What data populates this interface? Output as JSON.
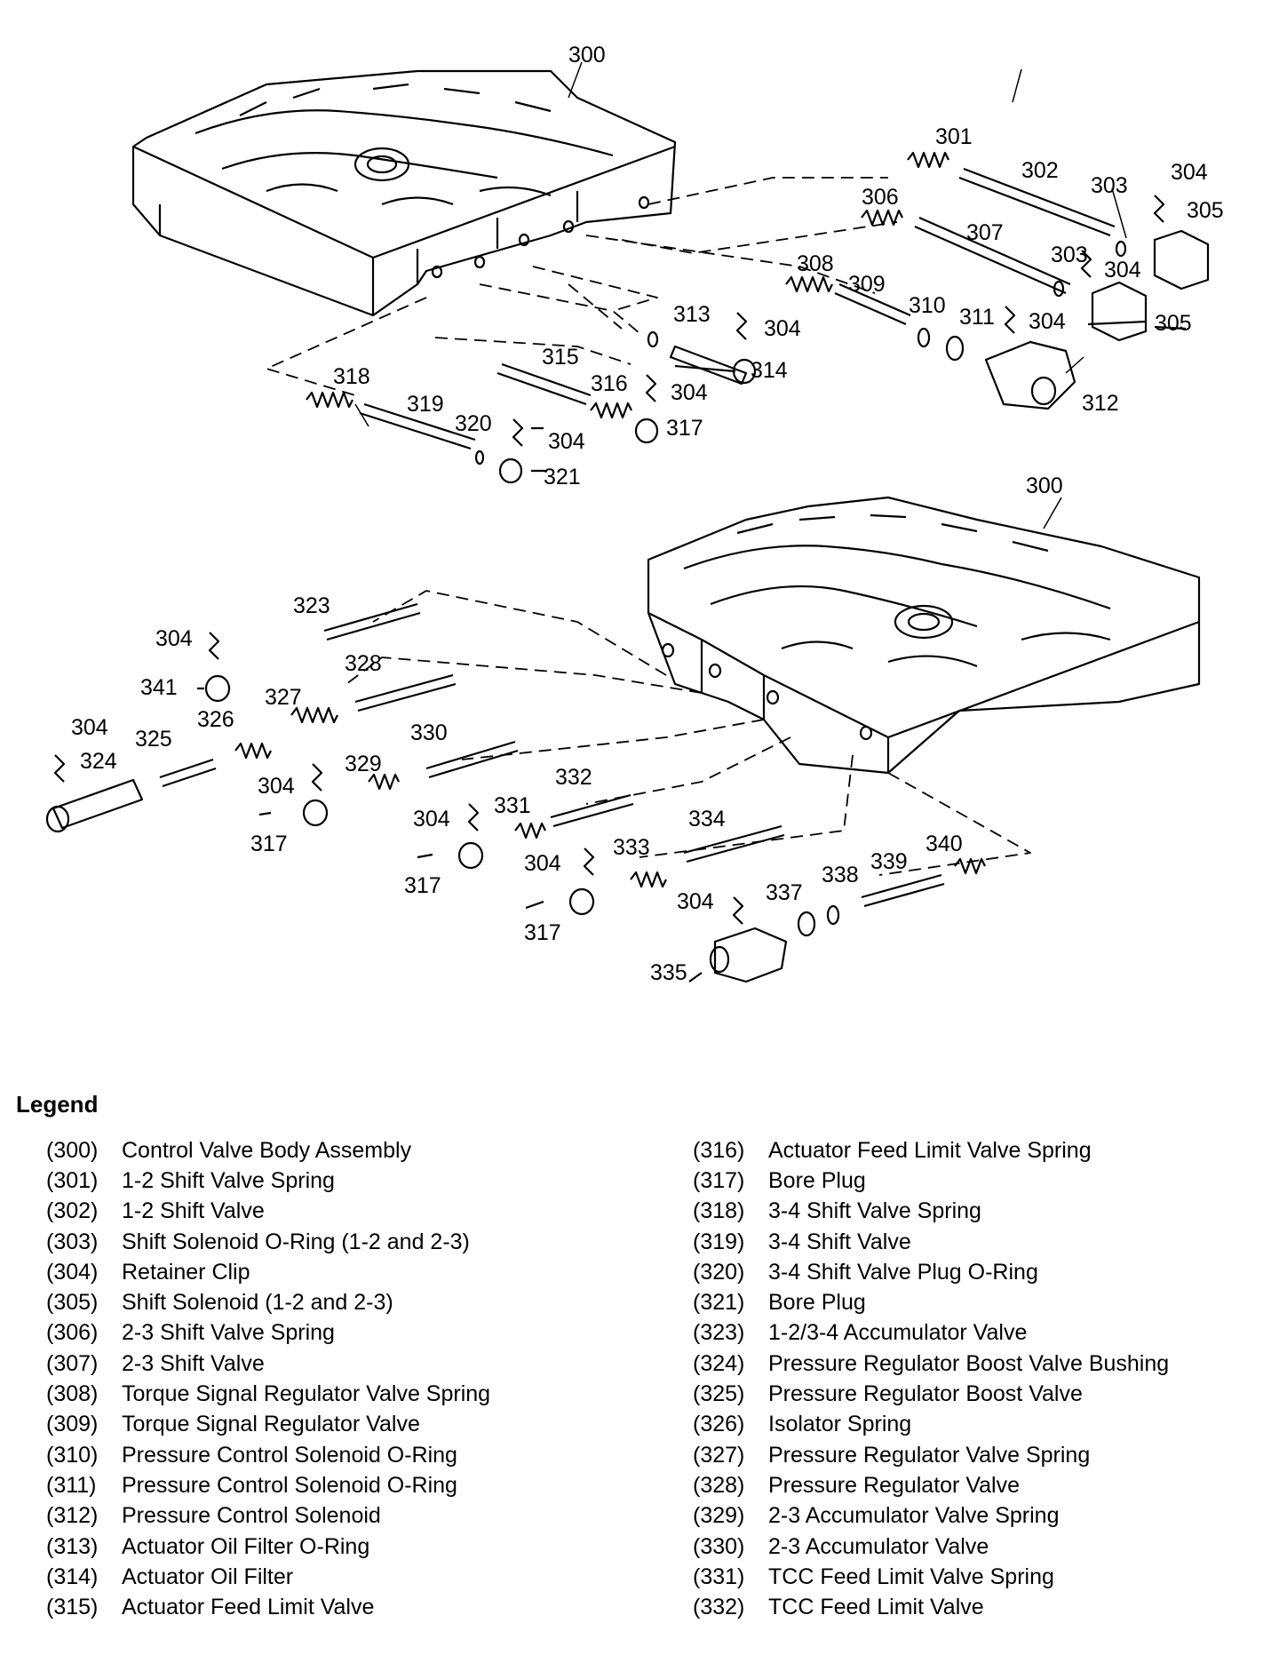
{
  "callouts": [
    {
      "id": "c300a",
      "label": "300"
    },
    {
      "id": "c301",
      "label": "301"
    },
    {
      "id": "c302",
      "label": "302"
    },
    {
      "id": "c303a",
      "label": "303"
    },
    {
      "id": "c304a",
      "label": "304"
    },
    {
      "id": "c305a",
      "label": "305"
    },
    {
      "id": "c306",
      "label": "306"
    },
    {
      "id": "c307",
      "label": "307"
    },
    {
      "id": "c303b",
      "label": "303"
    },
    {
      "id": "c304b",
      "label": "304"
    },
    {
      "id": "c305b",
      "label": "305"
    },
    {
      "id": "c308",
      "label": "308"
    },
    {
      "id": "c309",
      "label": "309"
    },
    {
      "id": "c310",
      "label": "310"
    },
    {
      "id": "c311",
      "label": "311"
    },
    {
      "id": "c304c",
      "label": "304"
    },
    {
      "id": "c312",
      "label": "312"
    },
    {
      "id": "c313",
      "label": "313"
    },
    {
      "id": "c304d",
      "label": "304"
    },
    {
      "id": "c314",
      "label": "314"
    },
    {
      "id": "c315",
      "label": "315"
    },
    {
      "id": "c316",
      "label": "316"
    },
    {
      "id": "c304e",
      "label": "304"
    },
    {
      "id": "c317a",
      "label": "317"
    },
    {
      "id": "c318",
      "label": "318"
    },
    {
      "id": "c319",
      "label": "319"
    },
    {
      "id": "c320",
      "label": "320"
    },
    {
      "id": "c304f",
      "label": "304"
    },
    {
      "id": "c321",
      "label": "321"
    },
    {
      "id": "c300b",
      "label": "300"
    },
    {
      "id": "c323",
      "label": "323"
    },
    {
      "id": "c304g",
      "label": "304"
    },
    {
      "id": "c341",
      "label": "341"
    },
    {
      "id": "c328",
      "label": "328"
    },
    {
      "id": "c327",
      "label": "327"
    },
    {
      "id": "c304h",
      "label": "304"
    },
    {
      "id": "c326",
      "label": "326"
    },
    {
      "id": "c325",
      "label": "325"
    },
    {
      "id": "c324",
      "label": "324"
    },
    {
      "id": "c330",
      "label": "330"
    },
    {
      "id": "c329",
      "label": "329"
    },
    {
      "id": "c304i",
      "label": "304"
    },
    {
      "id": "c317b",
      "label": "317"
    },
    {
      "id": "c332",
      "label": "332"
    },
    {
      "id": "c331",
      "label": "331"
    },
    {
      "id": "c304j",
      "label": "304"
    },
    {
      "id": "c317c",
      "label": "317"
    },
    {
      "id": "c334",
      "label": "334"
    },
    {
      "id": "c333",
      "label": "333"
    },
    {
      "id": "c304k",
      "label": "304"
    },
    {
      "id": "c317d",
      "label": "317"
    },
    {
      "id": "c340",
      "label": "340"
    },
    {
      "id": "c339",
      "label": "339"
    },
    {
      "id": "c338",
      "label": "338"
    },
    {
      "id": "c337",
      "label": "337"
    },
    {
      "id": "c304l",
      "label": "304"
    },
    {
      "id": "c335",
      "label": "335"
    }
  ],
  "legend": {
    "title": "Legend",
    "left": [
      {
        "num": "(300)",
        "desc": "Control Valve Body Assembly"
      },
      {
        "num": "(301)",
        "desc": "1-2 Shift Valve Spring"
      },
      {
        "num": "(302)",
        "desc": "1-2 Shift Valve"
      },
      {
        "num": "(303)",
        "desc": "Shift Solenoid O-Ring (1-2 and 2-3)"
      },
      {
        "num": "(304)",
        "desc": "Retainer Clip"
      },
      {
        "num": "(305)",
        "desc": "Shift Solenoid (1-2 and 2-3)"
      },
      {
        "num": "(306)",
        "desc": "2-3 Shift Valve Spring"
      },
      {
        "num": "(307)",
        "desc": "2-3 Shift Valve"
      },
      {
        "num": "(308)",
        "desc": "Torque Signal Regulator Valve Spring"
      },
      {
        "num": "(309)",
        "desc": "Torque Signal Regulator Valve"
      },
      {
        "num": "(310)",
        "desc": "Pressure Control Solenoid O-Ring"
      },
      {
        "num": "(311)",
        "desc": "Pressure Control Solenoid O-Ring"
      },
      {
        "num": "(312)",
        "desc": "Pressure Control Solenoid"
      },
      {
        "num": "(313)",
        "desc": "Actuator Oil Filter O-Ring"
      },
      {
        "num": "(314)",
        "desc": "Actuator Oil Filter"
      },
      {
        "num": "(315)",
        "desc": "Actuator Feed Limit Valve"
      }
    ],
    "right": [
      {
        "num": "(316)",
        "desc": "Actuator Feed Limit Valve Spring"
      },
      {
        "num": "(317)",
        "desc": "Bore Plug"
      },
      {
        "num": "(318)",
        "desc": "3-4 Shift Valve Spring"
      },
      {
        "num": "(319)",
        "desc": "3-4 Shift Valve"
      },
      {
        "num": "(320)",
        "desc": "3-4 Shift Valve Plug O-Ring"
      },
      {
        "num": "(321)",
        "desc": "Bore Plug"
      },
      {
        "num": "(323)",
        "desc": "1-2/3-4 Accumulator Valve"
      },
      {
        "num": "(324)",
        "desc": "Pressure Regulator Boost Valve Bushing"
      },
      {
        "num": "(325)",
        "desc": "Pressure Regulator Boost Valve"
      },
      {
        "num": "(326)",
        "desc": "Isolator Spring"
      },
      {
        "num": "(327)",
        "desc": "Pressure Regulator Valve Spring"
      },
      {
        "num": "(328)",
        "desc": "Pressure Regulator Valve"
      },
      {
        "num": "(329)",
        "desc": "2-3 Accumulator Valve Spring"
      },
      {
        "num": "(330)",
        "desc": "2-3 Accumulator Valve"
      },
      {
        "num": "(331)",
        "desc": "TCC Feed Limit Valve Spring"
      },
      {
        "num": "(332)",
        "desc": "TCC Feed Limit Valve"
      }
    ]
  }
}
